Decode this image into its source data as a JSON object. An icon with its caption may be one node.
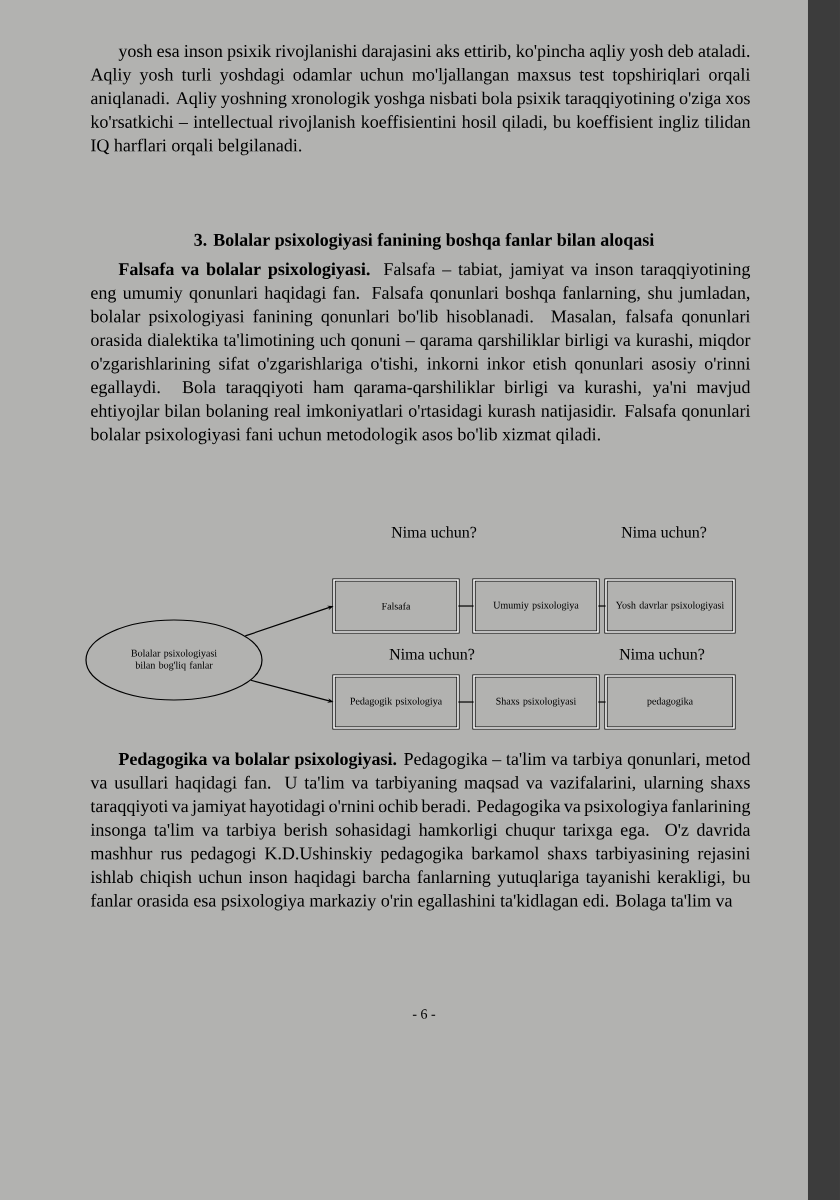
{
  "diagram": {
    "title": "3. Bolalar psixologiyasi fanining boshqa fanlar bilan aloqasi",
    "nodes": [
      {
        "text": [
          "Bolalar psixologiyasi bilan bog'liq fanlar"
        ]
      },
      {
        "text": [
          "Falsafa"
        ]
      },
      {
        "text": [
          "Umumiy psixologiya"
        ]
      },
      {
        "text": [
          "Yosh davrlar psixologiyasi"
        ]
      },
      {
        "text": [
          "Pedagogik psixologiya"
        ]
      },
      {
        "text": [
          "Shaxs psixologiyasi"
        ]
      },
      {
        "text": [
          "pedagogika"
        ]
      }
    ],
    "edges": [
      {
        "from": 0,
        "to": 1,
        "arrow": "to"
      },
      {
        "from": 0,
        "to": 4,
        "arrow": "to"
      },
      {
        "from": 1,
        "to": 2,
        "arrow": "none"
      },
      {
        "from": 2,
        "to": 3,
        "arrow": "none"
      },
      {
        "from": 4,
        "to": 5,
        "arrow": "none"
      },
      {
        "from": 5,
        "to": 6,
        "arrow": "none"
      }
    ],
    "labels": [
      "yosh esa inson psixik rivojlanishi darajasini aks ettirib, ko'pincha aqliy yosh deb ataladi. Aqliy yosh turli yoshdagi odamlar uchun mo'ljallangan maxsus test topshiriqlari orqali aniqlanadi. Aqliy yoshning xronologik yoshga nisbati bola psixik taraqqiyotining o'ziga xos ko'rsatkichi – intellectual rivojlanish koeffisientini hosil qiladi, bu koeffisient ingliz tilidan IQ harflari orqali belgilanadi.",
      "**Falsafa va bolalar psixologiyasi.** Falsafa – tabiat, jamiyat va inson taraqqiyotining eng umumiy qonunlari haqidagi fan. Falsafa qonunlari boshqa fanlarning, shu jumladan, bolalar psixologiyasi fanining qonunlari bo'lib hisoblanadi. Masalan, falsafa qonunlari orasida dialektika ta'limotining uch qonuni – qarama qarshiliklar birligi va kurashi, miqdor o'zgarishlarining sifat o'zgarishlariga o'tishi, inkorni inkor etish qonunlari asosiy o'rinni egallaydi. Bola taraqqiyoti ham qarama-qarshiliklar birligi va kurashi, ya'ni mavjud ehtiyojlar bilan bolaning real imkoniyatlari o'rtasidagi kurash natijasidir. Falsafa qonunlari bolalar psixologiyasi fani uchun metodologik asos bo'lib xizmat qiladi.",
      "Nima uchun?",
      "Nima uchun?",
      "Nima uchun?",
      "Nima uchun?",
      "**Pedagogika va bolalar psixologiyasi.** Pedagogika – ta'lim va tarbiya qonunlari, metod va usullari haqidagi fan. U ta'lim va tarbiyaning maqsad va vazifalarini, ularning shaxs taraqqiyoti va jamiyat hayotidagi o'rnini ochib beradi. Pedagogika va psixologiya fanlarining insonga ta'lim va tarbiya berish sohasidagi hamkorligi chuqur tarixga ega. O'z davrida mashhur rus pedagogi K.D.Ushinskiy pedagogika barkamol shaxs tarbiyasining rejasini ishlab chiqish uchun inson haqidagi barcha fanlarning yutuqlariga tayanishi kerakligi, bu fanlar orasida esa psixologiya markaziy o'rin egallashini ta'kidlagan edi. Bolaga ta'lim va",
      "- 6 -"
    ]
  }
}
